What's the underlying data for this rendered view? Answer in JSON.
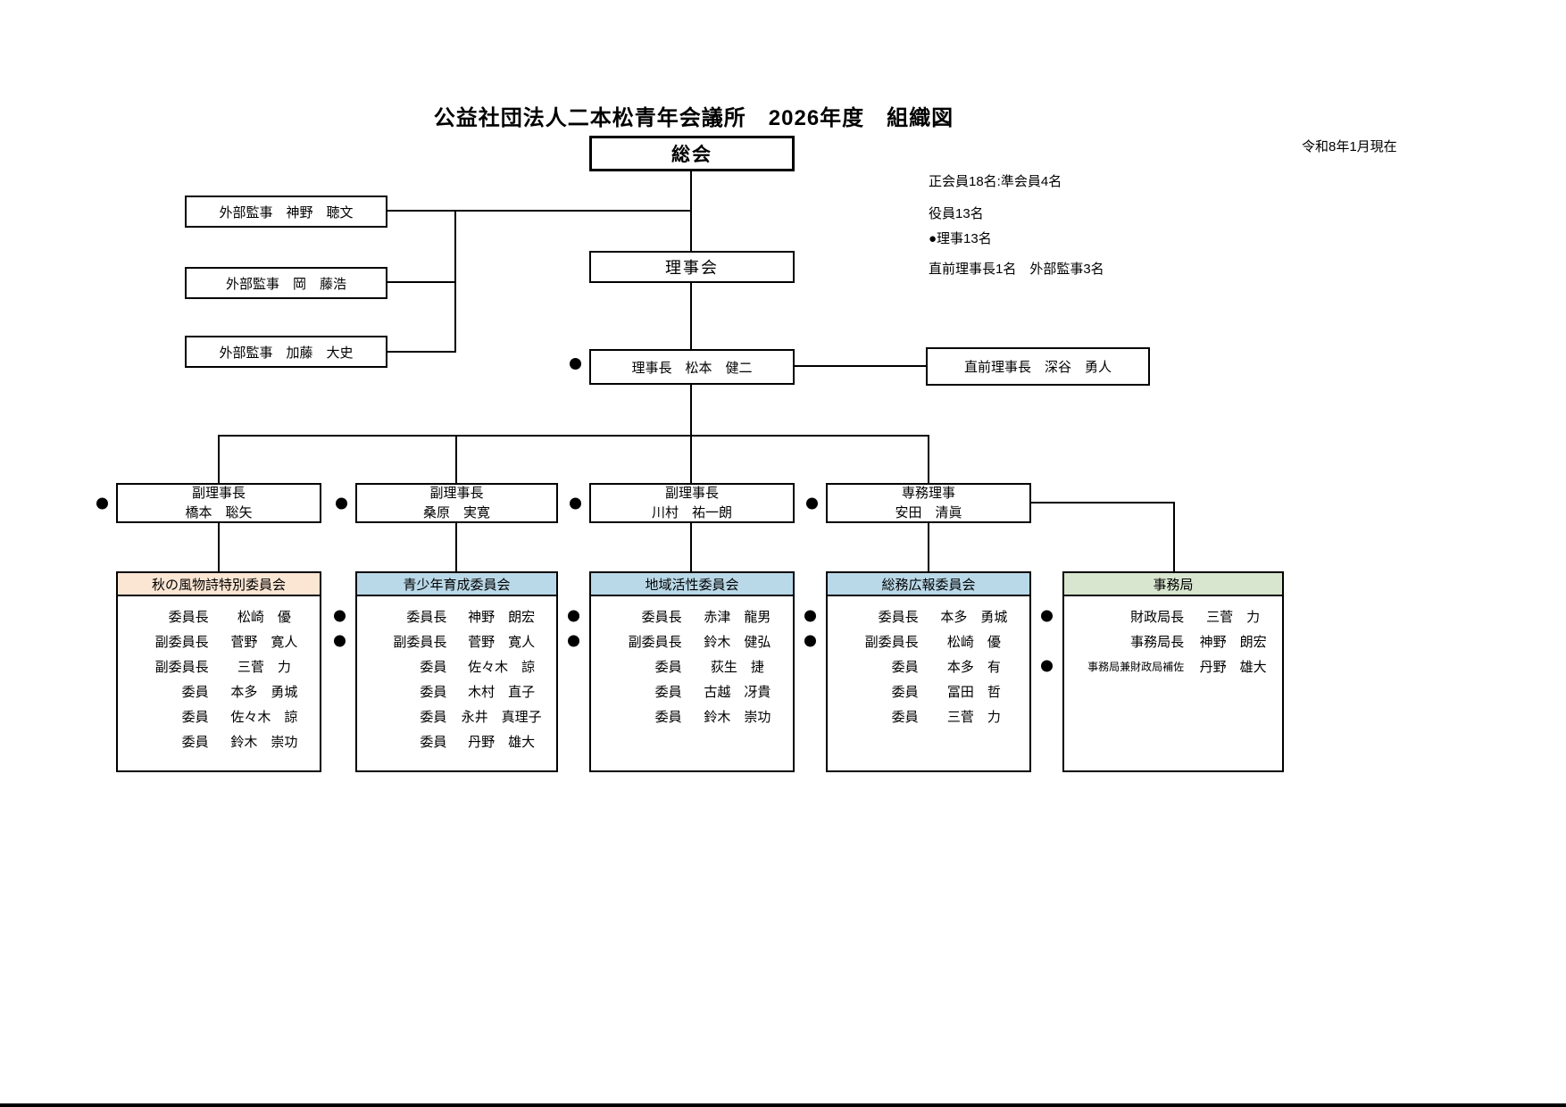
{
  "title": "公益社団法人二本松青年会議所　2026年度　組織図",
  "date_note": "令和8年1月現在",
  "stats": {
    "line1": "正会員18名:準会員4名",
    "line2": "役員13名",
    "line3": "●理事13名",
    "line4": "直前理事長1名　外部監事3名"
  },
  "nodes": {
    "general_assembly": "総会",
    "board": "理事会",
    "president": "理事長　松本　健二",
    "previous_president": "直前理事長　深谷　勇人",
    "auditors": [
      {
        "label": "外部監事　神野　聴文"
      },
      {
        "label": "外部監事　岡　藤浩"
      },
      {
        "label": "外部監事　加藤　大史"
      }
    ],
    "officers": [
      {
        "title": "副理事長",
        "name": "橋本　聡矢"
      },
      {
        "title": "副理事長",
        "name": "桑原　実寛"
      },
      {
        "title": "副理事長",
        "name": "川村　祐一朗"
      },
      {
        "title": "専務理事",
        "name": "安田　清眞"
      }
    ]
  },
  "colors": {
    "committee_orange": "#fbe5d3",
    "committee_blue": "#b9d8e8",
    "committee_green": "#d9e6cf"
  },
  "committees": [
    {
      "name": "秋の風物詩特別委員会",
      "header_color": "#fbe5d3",
      "members": [
        {
          "role": "委員長",
          "name": "松崎　優",
          "bullet": false
        },
        {
          "role": "副委員長",
          "name": "菅野　寛人",
          "bullet": false
        },
        {
          "role": "副委員長",
          "name": "三菅　力",
          "bullet": false
        },
        {
          "role": "委員",
          "name": "本多　勇城",
          "bullet": false
        },
        {
          "role": "委員",
          "name": "佐々木　諒",
          "bullet": false
        },
        {
          "role": "委員",
          "name": "鈴木　崇功",
          "bullet": false
        }
      ]
    },
    {
      "name": "青少年育成委員会",
      "header_color": "#b9d8e8",
      "members": [
        {
          "role": "委員長",
          "name": "神野　朗宏",
          "bullet": true
        },
        {
          "role": "副委員長",
          "name": "菅野　寛人",
          "bullet": true
        },
        {
          "role": "委員",
          "name": "佐々木　諒",
          "bullet": false
        },
        {
          "role": "委員",
          "name": "木村　直子",
          "bullet": false
        },
        {
          "role": "委員",
          "name": "永井　真理子",
          "bullet": false
        },
        {
          "role": "委員",
          "name": "丹野　雄大",
          "bullet": false
        }
      ]
    },
    {
      "name": "地域活性委員会",
      "header_color": "#b9d8e8",
      "members": [
        {
          "role": "委員長",
          "name": "赤津　龍男",
          "bullet": true
        },
        {
          "role": "副委員長",
          "name": "鈴木　健弘",
          "bullet": true
        },
        {
          "role": "委員",
          "name": "荻生　捷",
          "bullet": false
        },
        {
          "role": "委員",
          "name": "古越　冴貴",
          "bullet": false
        },
        {
          "role": "委員",
          "name": "鈴木　崇功",
          "bullet": false
        }
      ]
    },
    {
      "name": "総務広報委員会",
      "header_color": "#b9d8e8",
      "members": [
        {
          "role": "委員長",
          "name": "本多　勇城",
          "bullet": true
        },
        {
          "role": "副委員長",
          "name": "松崎　優",
          "bullet": true
        },
        {
          "role": "委員",
          "name": "本多　有",
          "bullet": false
        },
        {
          "role": "委員",
          "name": "冨田　哲",
          "bullet": false
        },
        {
          "role": "委員",
          "name": "三菅　力",
          "bullet": false
        }
      ]
    },
    {
      "name": "事務局",
      "header_color": "#d9e6cf",
      "members": [
        {
          "role": "財政局長",
          "name": "三菅　力",
          "bullet": true
        },
        {
          "role": "事務局長",
          "name": "神野　朗宏",
          "bullet": false
        },
        {
          "role": "事務局兼財政局補佐",
          "name": "丹野　雄大",
          "bullet": true
        }
      ]
    }
  ]
}
